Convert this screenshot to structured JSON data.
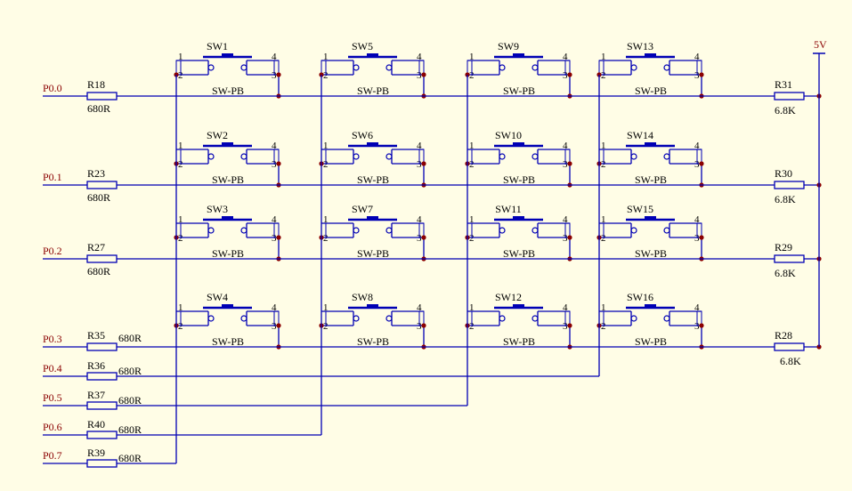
{
  "power": {
    "label": "5V"
  },
  "rows": [
    {
      "port": "P0.0",
      "res_ref": "R18",
      "res_val": "680R",
      "pull_ref": "R31",
      "pull_val": "6.8K"
    },
    {
      "port": "P0.1",
      "res_ref": "R23",
      "res_val": "680R",
      "pull_ref": "R30",
      "pull_val": "6.8K"
    },
    {
      "port": "P0.2",
      "res_ref": "R27",
      "res_val": "680R",
      "pull_ref": "R29",
      "pull_val": "6.8K"
    },
    {
      "port": "P0.3",
      "res_ref": "R35",
      "res_val": "680R",
      "pull_ref": "R28",
      "pull_val": "6.8K"
    }
  ],
  "cols": [
    {
      "port": "P0.4",
      "res_ref": "R36",
      "res_val": "680R"
    },
    {
      "port": "P0.5",
      "res_ref": "R37",
      "res_val": "680R"
    },
    {
      "port": "P0.6",
      "res_ref": "R40",
      "res_val": "680R"
    },
    {
      "port": "P0.7",
      "res_ref": "R39",
      "res_val": "680R"
    }
  ],
  "switches": [
    [
      "SW1",
      "SW5",
      "SW9",
      "SW13"
    ],
    [
      "SW2",
      "SW6",
      "SW10",
      "SW14"
    ],
    [
      "SW3",
      "SW7",
      "SW11",
      "SW15"
    ],
    [
      "SW4",
      "SW8",
      "SW12",
      "SW16"
    ]
  ],
  "switch_type": "SW-PB",
  "pin_labels": [
    "1",
    "2",
    "3",
    "4"
  ],
  "colors": {
    "wire": "#0000b4",
    "junction": "#8b0000",
    "background": "#fffde6",
    "port_text": "#8b0000"
  }
}
